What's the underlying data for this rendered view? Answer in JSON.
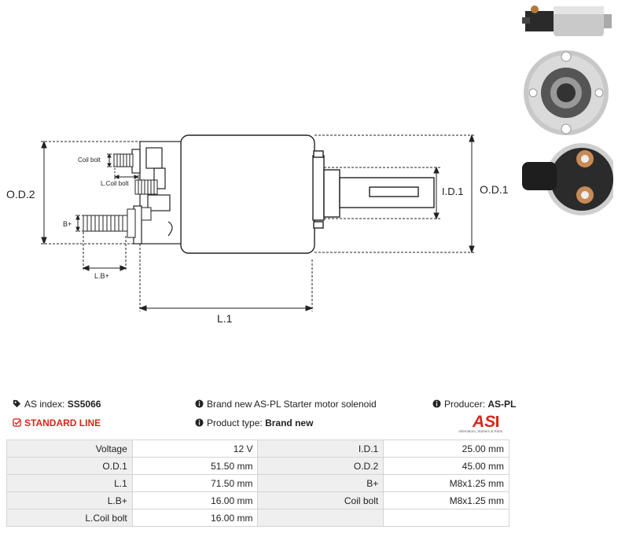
{
  "diagram": {
    "labels": {
      "od2": "O.D.2",
      "od1": "O.D.1",
      "id1": "I.D.1",
      "l1": "L.1",
      "lb": "L.B+",
      "bplus": "B+",
      "coil_bolt": "Coil bolt",
      "l_coil_bolt": "L.Coil bolt"
    }
  },
  "info": {
    "as_index_label": "AS index:",
    "as_index_value": "SS5066",
    "line": "STANDARD LINE",
    "description": "Brand new AS-PL Starter motor solenoid",
    "product_type_label": "Product type:",
    "product_type_value": "Brand new",
    "producer_label": "Producer:",
    "producer_value": "AS-PL",
    "logo_text": "AS",
    "logo_subtext": "Alternators, Starters & Parts"
  },
  "colors": {
    "accent_red": "#d7261e",
    "key_cell_bg": "#efefef",
    "border": "#d4d4d4"
  },
  "specs": [
    {
      "k1": "Voltage",
      "v1": "12 V",
      "k2": "I.D.1",
      "v2": "25.00 mm"
    },
    {
      "k1": "O.D.1",
      "v1": "51.50 mm",
      "k2": "O.D.2",
      "v2": "45.00 mm"
    },
    {
      "k1": "L.1",
      "v1": "71.50 mm",
      "k2": "B+",
      "v2": "M8x1.25 mm"
    },
    {
      "k1": "L.B+",
      "v1": "16.00 mm",
      "k2": "Coil bolt",
      "v2": "M8x1.25 mm"
    },
    {
      "k1": "L.Coil bolt",
      "v1": "16.00 mm",
      "k2": "",
      "v2": ""
    }
  ]
}
